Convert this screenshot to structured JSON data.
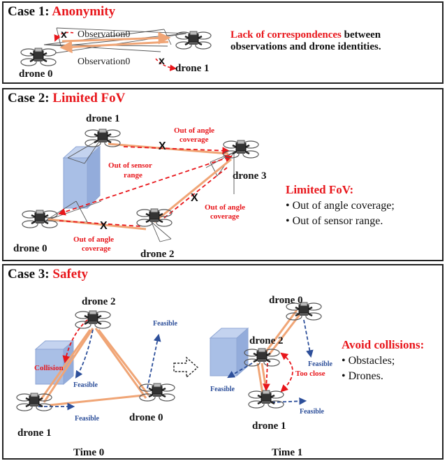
{
  "case1": {
    "label": "Case 1:",
    "title": "Anonymity",
    "drone_a": "drone 0",
    "drone_b": "drone 1",
    "obs_top": "Observation0",
    "obs_bottom": "Observation0",
    "desc_red": "Lack of correspondences",
    "desc_rest": " between",
    "desc_line2": "observations and drone identities."
  },
  "case2": {
    "label": "Case 2:",
    "title": "Limited FoV",
    "drone_0": "drone 0",
    "drone_1": "drone 1",
    "drone_2": "drone 2",
    "drone_3": "drone 3",
    "note_angle_top_1": "Out of angle",
    "note_angle_top_2": "coverage",
    "note_range_1": "Out of sensor",
    "note_range_2": "range",
    "note_angle_right_1": "Out of angle",
    "note_angle_right_2": "coverage",
    "note_angle_bottom_1": "Out of angle",
    "note_angle_bottom_2": "coverage",
    "side_title": "Limited FoV:",
    "side_items": [
      "Out of angle coverage;",
      "Out of sensor range."
    ]
  },
  "case3": {
    "label": "Case 3:",
    "title": "Safety",
    "t0_drone_2": "drone 2",
    "t0_drone_1": "drone 1",
    "t0_drone_0": "drone 0",
    "t0_collision": "Collision",
    "t0_feasible_a": "Feasible",
    "t0_feasible_b": "Feasible",
    "t0_feasible_c": "Feasible",
    "time0": "Time 0",
    "t1_drone_0": "drone 0",
    "t1_drone_2": "drone 2",
    "t1_drone_1": "drone 1",
    "t1_feasible_a": "Feasible",
    "t1_feasible_b": "Feasible",
    "t1_feasible_c": "Feasible",
    "t1_too_close": "Too close",
    "time1": "Time 1",
    "side_title": "Avoid collisions:",
    "side_items": [
      "Obstacles;",
      "Drones."
    ]
  },
  "colors": {
    "red": "#e8161b",
    "orange": "#f0a576",
    "blue_dash": "#2d4f9a",
    "obstacle": "#a9bfe6"
  }
}
